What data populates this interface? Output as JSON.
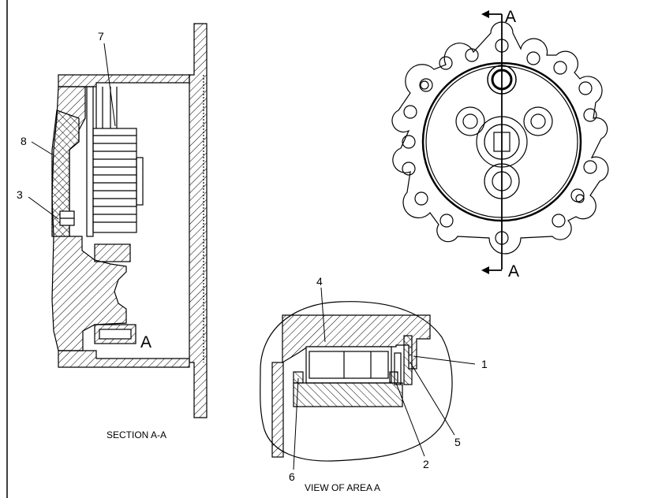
{
  "section_view": {
    "caption": "SECTION A-A",
    "area_marker": "A",
    "callouts": {
      "c7": "7",
      "c8": "8",
      "c3": "3"
    }
  },
  "top_view": {
    "section_label_top": "A",
    "section_label_bottom": "A"
  },
  "detail_view": {
    "caption": "VIEW OF AREA A",
    "callouts": {
      "c4": "4",
      "c1": "1",
      "c5": "5",
      "c2": "2",
      "c6": "6"
    }
  }
}
